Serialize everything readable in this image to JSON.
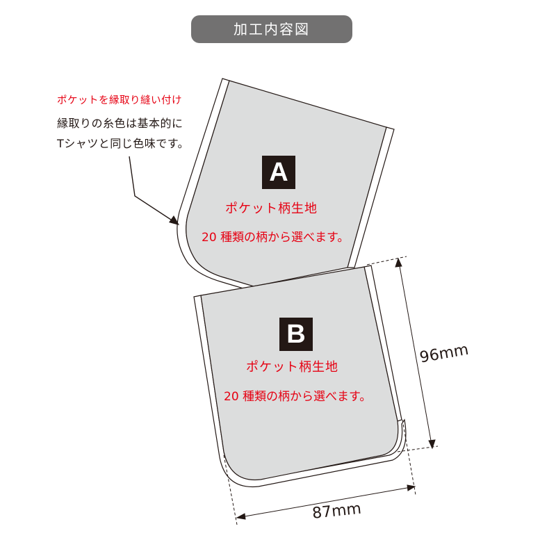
{
  "header": {
    "title": "加工内容図"
  },
  "callout": {
    "heading": "ポケットを縁取り縫い付け",
    "line1": "縁取りの糸色は基本的に",
    "line2": "Tシャツと同じ色味です。"
  },
  "pockets": [
    {
      "id": "A",
      "badge": "A",
      "label": "ポケット柄生地",
      "note": "20 種類の柄から選べます。"
    },
    {
      "id": "B",
      "badge": "B",
      "label": "ポケット柄生地",
      "note": "20 種類の柄から選べます。"
    }
  ],
  "dimensions": {
    "height": "96mm",
    "width": "87mm"
  },
  "colors": {
    "pill": "#727171",
    "fill": "#dcdddd",
    "accent": "#e60012",
    "ink": "#231815"
  }
}
